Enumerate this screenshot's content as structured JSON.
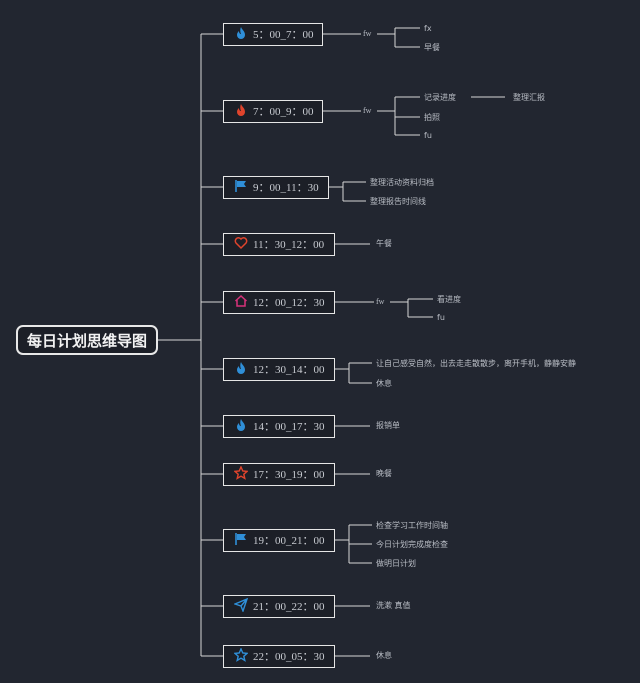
{
  "root": "每日计划思维导图",
  "nodes": [
    {
      "time": "5：00_7：00",
      "icon": "fire-icon",
      "color": "#2f8fd8",
      "mid": "fw",
      "leaves": [
        "fx",
        "早餐"
      ]
    },
    {
      "time": "7：00_9：00",
      "icon": "fire-icon",
      "color": "#e0442c",
      "mid": "fw",
      "leaves": [
        "记录进度",
        "拍照",
        "fu"
      ],
      "sub": "整理汇报"
    },
    {
      "time": "9：00_11：30",
      "icon": "flag-icon",
      "color": "#2f8fd8",
      "leaves": [
        "整理活动资料归档",
        "整理报告时间线"
      ]
    },
    {
      "time": "11：30_12：00",
      "icon": "heart-icon",
      "color": "#e0442c",
      "leaves": [
        "午餐"
      ]
    },
    {
      "time": "12：00_12：30",
      "icon": "home-icon",
      "color": "#d8327a",
      "mid": "fw",
      "leaves": [
        "看进度",
        "fu"
      ]
    },
    {
      "time": "12：30_14：00",
      "icon": "fire-icon",
      "color": "#2f8fd8",
      "leaves": [
        "让自己感受自然，出去走走散散步，离开手机，静静安静",
        "休息"
      ]
    },
    {
      "time": "14：00_17：30",
      "icon": "fire-icon",
      "color": "#2f8fd8",
      "leaves": [
        "报销单"
      ]
    },
    {
      "time": "17：30_19：00",
      "icon": "star-icon",
      "color": "#e0442c",
      "leaves": [
        "晚餐"
      ]
    },
    {
      "time": "19：00_21：00",
      "icon": "flag-icon",
      "color": "#2f8fd8",
      "leaves": [
        "检查学习工作时间轴",
        "今日计划完成度检查",
        "做明日计划"
      ]
    },
    {
      "time": "21：00_22：00",
      "icon": "send-icon",
      "color": "#2f8fd8",
      "leaves": [
        "洗漱 真值"
      ]
    },
    {
      "time": "22：00_05：30",
      "icon": "star-icon",
      "color": "#2f8fd8",
      "leaves": [
        "休息"
      ]
    }
  ],
  "colors": {
    "line": "#d6d6d6",
    "background": "#222630"
  }
}
